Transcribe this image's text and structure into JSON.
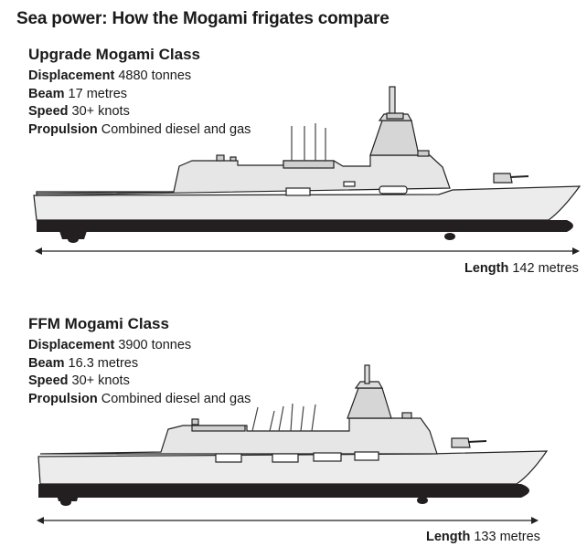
{
  "title": "Sea power: How the Mogami frigates compare",
  "ships": [
    {
      "name": "Upgrade Mogami Class",
      "specs": [
        {
          "label": "Displacement",
          "value": "4880 tonnes"
        },
        {
          "label": "Beam",
          "value": "17 metres"
        },
        {
          "label": "Speed",
          "value": "30+ knots"
        },
        {
          "label": "Propulsion",
          "value": "Combined diesel and gas"
        }
      ],
      "length_label": "Length",
      "length_value": "142 metres"
    },
    {
      "name": "FFM Mogami Class",
      "specs": [
        {
          "label": "Displacement",
          "value": "3900 tonnes"
        },
        {
          "label": "Beam",
          "value": "16.3 metres"
        },
        {
          "label": "Speed",
          "value": "30+ knots"
        },
        {
          "label": "Propulsion",
          "value": "Combined diesel and gas"
        }
      ],
      "length_label": "Length",
      "length_value": "133 metres"
    }
  ],
  "colors": {
    "hull": "#ececec",
    "superstructure": "#d6d6d6",
    "shadow": "#231f20",
    "stroke": "#222222"
  }
}
